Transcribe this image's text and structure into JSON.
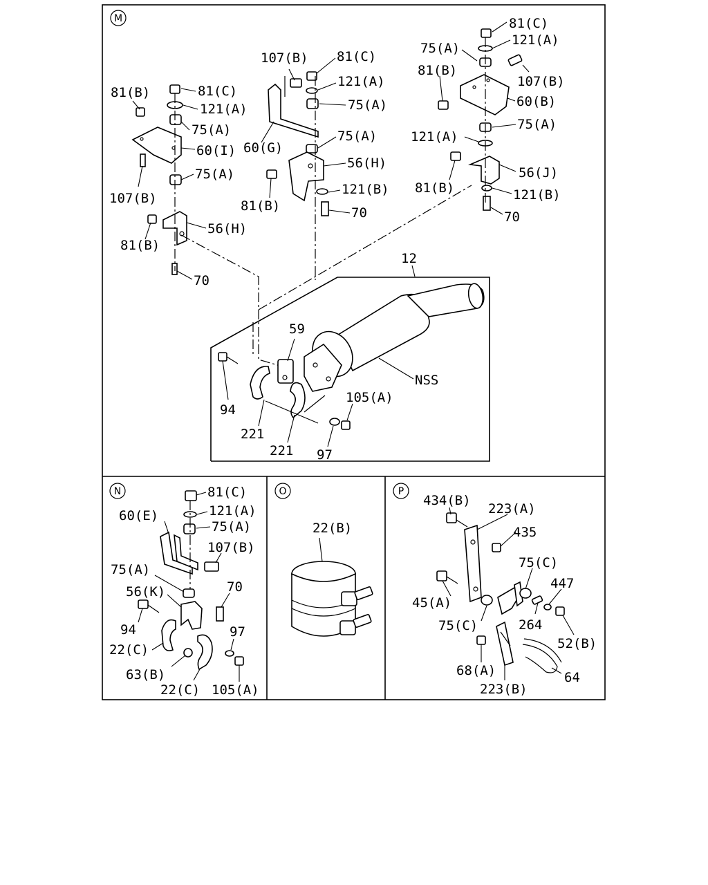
{
  "sections": [
    {
      "id": "M",
      "marker": "M"
    },
    {
      "id": "N",
      "marker": "N"
    },
    {
      "id": "O",
      "marker": "O"
    },
    {
      "id": "P",
      "marker": "P"
    }
  ],
  "labels": {
    "m_81c_right": "81(C)",
    "m_121a_right": "121(A)",
    "m_75a_right_top": "75(A)",
    "m_81b_right": "81(B)",
    "m_107b_right": "107(B)",
    "m_60b": "60(B)",
    "m_75a_right_low": "75(A)",
    "m_121a_right_low": "121(A)",
    "m_56j": "56(J)",
    "m_81b_right_low": "81(B)",
    "m_121b_right": "121(B)",
    "m_70_right": "70",
    "m_107b_mid": "107(B)",
    "m_81c_mid": "81(C)",
    "m_121a_mid": "121(A)",
    "m_75a_mid": "75(A)",
    "m_60g": "60(G)",
    "m_75a_mid_low": "75(A)",
    "m_56h_mid": "56(H)",
    "m_121b_mid": "121(B)",
    "m_81b_mid": "81(B)",
    "m_70_mid": "70",
    "m_81b_left": "81(B)",
    "m_81c_left": "81(C)",
    "m_121a_left": "121(A)",
    "m_75a_left": "75(A)",
    "m_60i": "60(I)",
    "m_75a_left_low": "75(A)",
    "m_107b_left": "107(B)",
    "m_56h_left": "56(H)",
    "m_81b_left_low": "81(B)",
    "m_70_left": "70",
    "m_12": "12",
    "m_59": "59",
    "m_nss": "NSS",
    "m_94": "94",
    "m_105a": "105(A)",
    "m_221_a": "221",
    "m_221_b": "221",
    "m_97": "97",
    "n_81c": "81(C)",
    "n_121a": "121(A)",
    "n_60e": "60(E)",
    "n_75a_top": "75(A)",
    "n_107b": "107(B)",
    "n_75a": "75(A)",
    "n_70": "70",
    "n_56k": "56(K)",
    "n_94": "94",
    "n_97": "97",
    "n_22c_a": "22(C)",
    "n_63b": "63(B)",
    "n_22c_b": "22(C)",
    "n_105a": "105(A)",
    "o_22b": "22(B)",
    "p_434b": "434(B)",
    "p_223a": "223(A)",
    "p_435": "435",
    "p_75c_top": "75(C)",
    "p_447": "447",
    "p_45a": "45(A)",
    "p_75c": "75(C)",
    "p_264": "264",
    "p_52b": "52(B)",
    "p_68a": "68(A)",
    "p_64": "64",
    "p_223b": "223(B)"
  }
}
